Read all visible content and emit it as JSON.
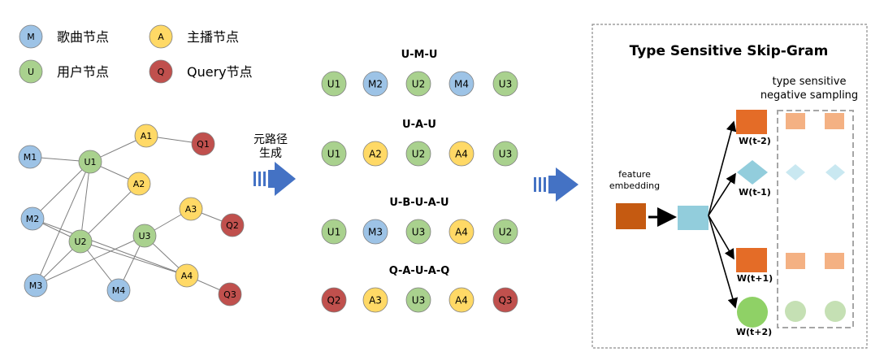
{
  "colors": {
    "music": "#9dc3e6",
    "user": "#a9d18e",
    "anchor": "#ffd966",
    "query": "#c0504d",
    "arrow_blue": "#4472c4",
    "embed_dark": "#c55a11",
    "embed_light": "#92cddc",
    "neg_orange": "#f4b183",
    "w_orange": "#e46c27",
    "w_green": "#8fd166",
    "neg_green": "#c5e0b4",
    "neg_diamond": "#c9e8f1"
  },
  "legend": [
    {
      "letter": "M",
      "label": "歌曲节点",
      "kind": "music"
    },
    {
      "letter": "A",
      "label": "主播节点",
      "kind": "anchor"
    },
    {
      "letter": "U",
      "label": "用户节点",
      "kind": "user"
    },
    {
      "letter": "Q",
      "label": "Query节点",
      "kind": "query"
    }
  ],
  "graph": {
    "nodes": [
      {
        "id": "M1",
        "kind": "music"
      },
      {
        "id": "U1",
        "kind": "user"
      },
      {
        "id": "A1",
        "kind": "anchor"
      },
      {
        "id": "Q1",
        "kind": "query"
      },
      {
        "id": "A2",
        "kind": "anchor"
      },
      {
        "id": "M2",
        "kind": "music"
      },
      {
        "id": "U2",
        "kind": "user"
      },
      {
        "id": "U3",
        "kind": "user"
      },
      {
        "id": "A3",
        "kind": "anchor"
      },
      {
        "id": "Q2",
        "kind": "query"
      },
      {
        "id": "M3",
        "kind": "music"
      },
      {
        "id": "M4",
        "kind": "music"
      },
      {
        "id": "A4",
        "kind": "anchor"
      },
      {
        "id": "Q3",
        "kind": "query"
      }
    ],
    "edges": [
      [
        "M1",
        "U1"
      ],
      [
        "U1",
        "A1"
      ],
      [
        "A1",
        "Q1"
      ],
      [
        "U1",
        "A2"
      ],
      [
        "U1",
        "M2"
      ],
      [
        "U1",
        "M3"
      ],
      [
        "U1",
        "U2"
      ],
      [
        "M2",
        "U2"
      ],
      [
        "M2",
        "A4"
      ],
      [
        "A2",
        "U2"
      ],
      [
        "U2",
        "M4"
      ],
      [
        "U2",
        "A4"
      ],
      [
        "M3",
        "U2"
      ],
      [
        "M3",
        "U3"
      ],
      [
        "U3",
        "A3"
      ],
      [
        "U3",
        "M4"
      ],
      [
        "U3",
        "A4"
      ],
      [
        "A3",
        "Q2"
      ],
      [
        "A4",
        "Q3"
      ]
    ]
  },
  "middle_arrow_label": [
    "元路径",
    "生成"
  ],
  "metapaths": [
    {
      "title": "U-M-U",
      "nodes": [
        {
          "id": "U1",
          "kind": "user"
        },
        {
          "id": "M2",
          "kind": "music"
        },
        {
          "id": "U2",
          "kind": "user"
        },
        {
          "id": "M4",
          "kind": "music"
        },
        {
          "id": "U3",
          "kind": "user"
        }
      ]
    },
    {
      "title": "U-A-U",
      "nodes": [
        {
          "id": "U1",
          "kind": "user"
        },
        {
          "id": "A2",
          "kind": "anchor"
        },
        {
          "id": "U2",
          "kind": "user"
        },
        {
          "id": "A4",
          "kind": "anchor"
        },
        {
          "id": "U3",
          "kind": "user"
        }
      ]
    },
    {
      "title": "U-B-U-A-U",
      "nodes": [
        {
          "id": "U1",
          "kind": "user"
        },
        {
          "id": "M3",
          "kind": "music"
        },
        {
          "id": "U3",
          "kind": "user"
        },
        {
          "id": "A4",
          "kind": "anchor"
        },
        {
          "id": "U2",
          "kind": "user"
        }
      ]
    },
    {
      "title": "Q-A-U-A-Q",
      "nodes": [
        {
          "id": "Q2",
          "kind": "query"
        },
        {
          "id": "A3",
          "kind": "anchor"
        },
        {
          "id": "U3",
          "kind": "user"
        },
        {
          "id": "A4",
          "kind": "anchor"
        },
        {
          "id": "Q3",
          "kind": "query"
        }
      ]
    }
  ],
  "skipgram": {
    "title": "Type Sensitive Skip-Gram",
    "neg_label": [
      "type sensitive",
      "negative sampling"
    ],
    "feature_label": [
      "feature",
      "embedding"
    ],
    "outputs": [
      "W(t-2)",
      "W(t-1)",
      "W(t+1)",
      "W(t+2)"
    ]
  }
}
